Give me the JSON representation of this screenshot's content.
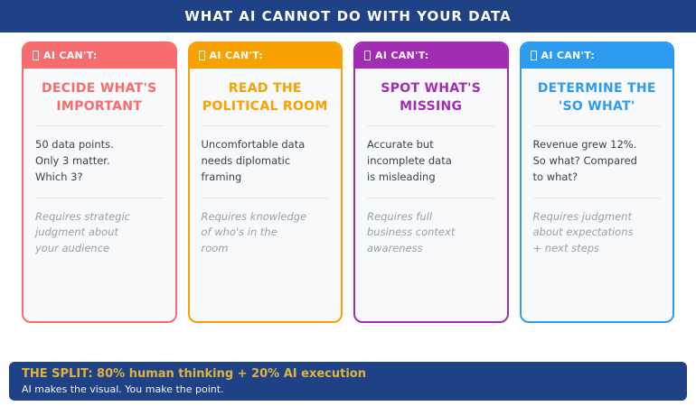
{
  "title_bar": {
    "title": "WHAT AI CANNOT DO WITH YOUR DATA",
    "bg": "#1F4287"
  },
  "cards": [
    {
      "tag": "AI CAN'T:",
      "heading": "DECIDE WHAT'S\nIMPORTANT",
      "body": "50 data points.\nOnly 3 matter.\nWhich 3?",
      "note": "Requires strategic\njudgment about\nyour audience",
      "accent": "#F76D6D"
    },
    {
      "tag": "AI CAN'T:",
      "heading": "READ THE\nPOLITICAL ROOM",
      "body": "Uncomfortable data\nneeds diplomatic\nframing",
      "note": "Requires knowledge\nof who's in the\nroom",
      "accent": "#F7A102"
    },
    {
      "tag": "AI CAN'T:",
      "heading": "SPOT WHAT'S\nMISSING",
      "body": "Accurate but\nincomplete data\nis misleading",
      "note": "Requires full\nbusiness context\nawareness",
      "accent": "#A32CB5"
    },
    {
      "tag": "AI CAN'T:",
      "heading": "DETERMINE THE\n'SO WHAT'",
      "body": "Revenue grew 12%.\nSo what? Compared\nto what?",
      "note": "Requires judgment\nabout expectations\n+ next steps",
      "accent": "#2D9CF0"
    }
  ],
  "footer": {
    "headline": "THE SPLIT: 80% human thinking + 20% AI execution",
    "subline": "AI makes the visual. You make the point.",
    "bg": "#1F4287",
    "headline_color": "#E0B43C"
  }
}
